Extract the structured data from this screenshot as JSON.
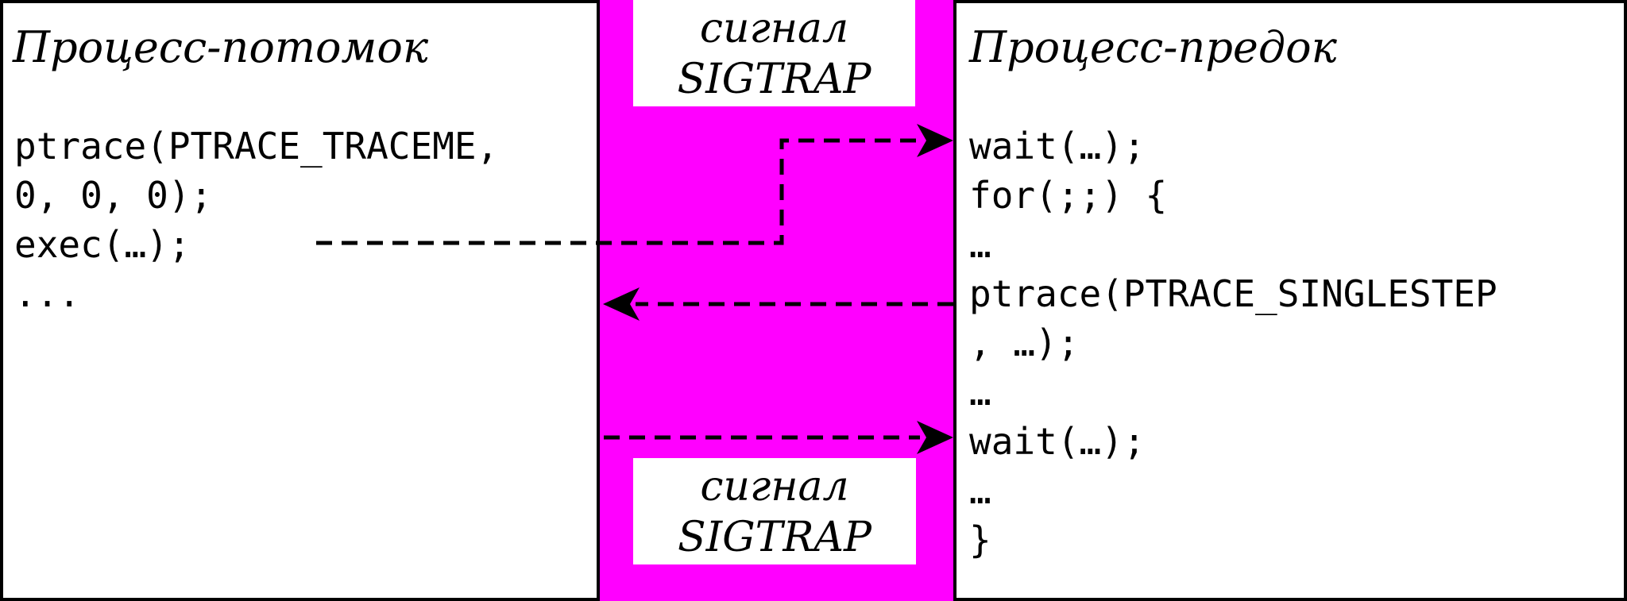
{
  "child": {
    "title": "Процесс-потомок",
    "code": "ptrace(PTRACE_TRACEME,\n0, 0, 0);\nexec(…);\n..."
  },
  "parent": {
    "title": "Процесс-предок",
    "code": "wait(…);\nfor(;;) {\n…\nptrace(PTRACE_SINGLESTEP\n, …);\n…\nwait(…);\n…\n}"
  },
  "signals": {
    "top": {
      "line1": "сигнал",
      "line2": "SIGTRAP"
    },
    "bottom": {
      "line1": "сигнал",
      "line2": "SIGTRAP"
    }
  },
  "colors": {
    "background": "#ff00ff",
    "panel": "#ffffff",
    "stroke": "#000000"
  }
}
